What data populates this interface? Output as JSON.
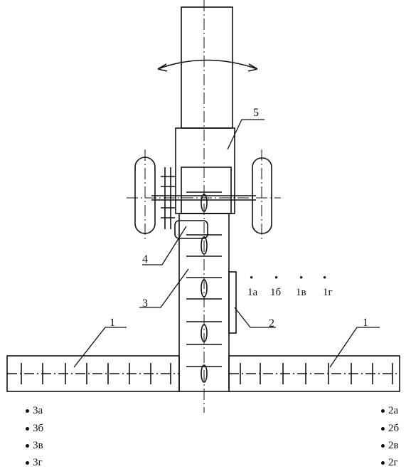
{
  "callouts": {
    "n1_left": "1",
    "n1_right": "1",
    "n2": "2",
    "n3": "3",
    "n4": "4",
    "n5": "5"
  },
  "points_top": [
    "1а",
    "1б",
    "1в",
    "1г"
  ],
  "points_left": [
    "3а",
    "3б",
    "3в",
    "3г"
  ],
  "points_right": [
    "2а",
    "2б",
    "2в",
    "2г"
  ],
  "colors": {
    "ink": "#111111",
    "background": "#ffffff"
  }
}
